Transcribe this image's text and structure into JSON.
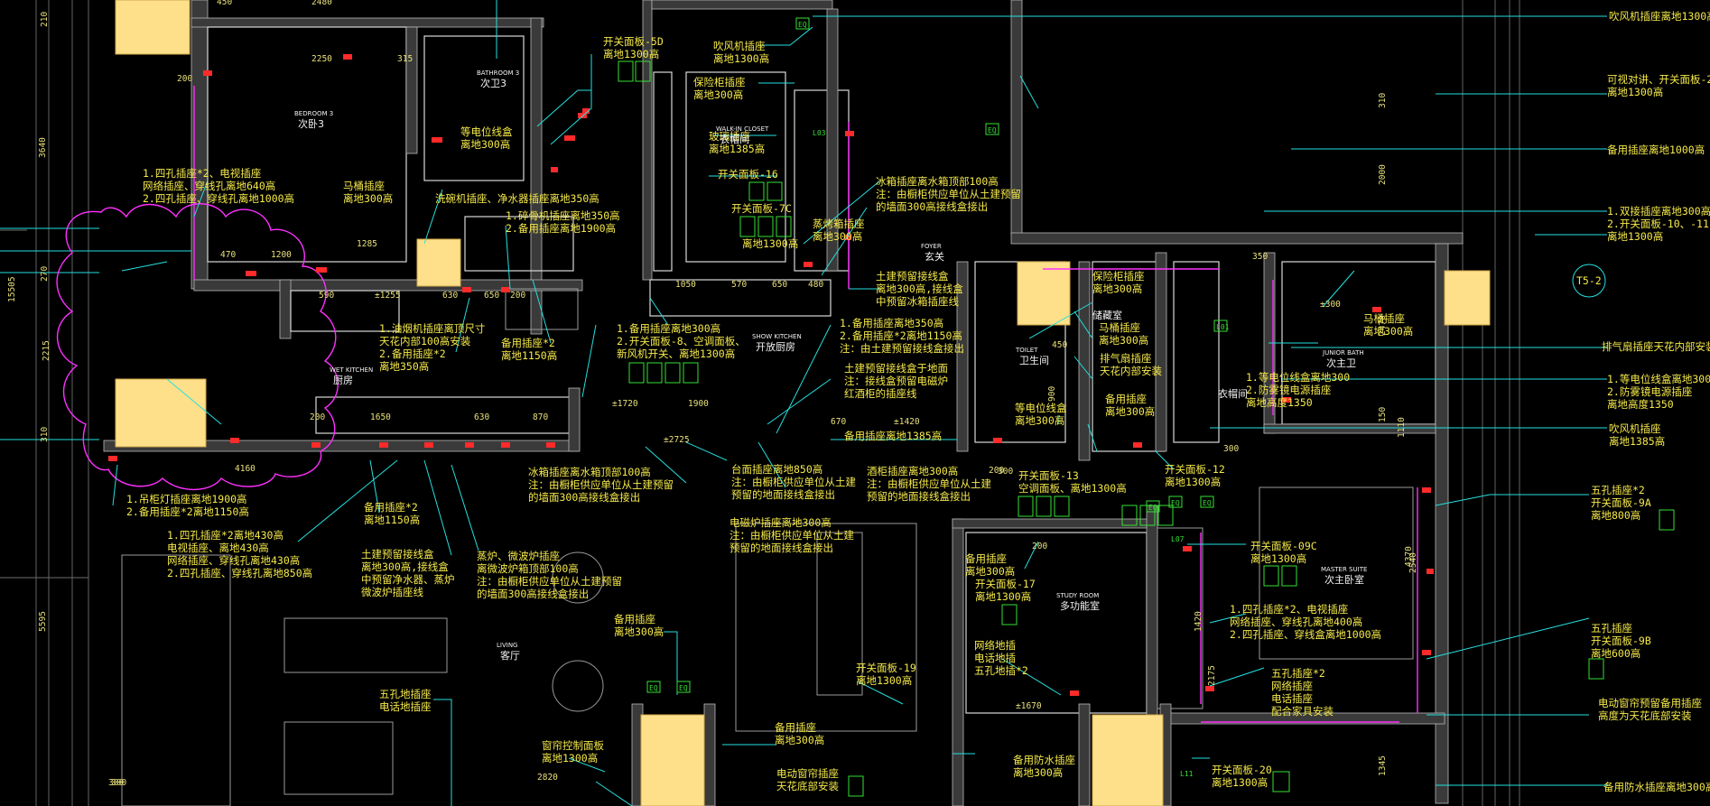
{
  "rooms": [
    {
      "en": "BATHROOM 3",
      "zh": "次卫3"
    },
    {
      "en": "BEDROOM 3",
      "zh": "次卧3"
    },
    {
      "en": "WALK-IN CLOSET",
      "zh": "衣帽间"
    },
    {
      "en": "FOYER",
      "zh": "玄关"
    },
    {
      "en": "SHOW KITCHEN",
      "zh": "开放厨房"
    },
    {
      "en": "WET KITCHEN",
      "zh": "厨房"
    },
    {
      "en": "TOILET",
      "zh": "卫生间"
    },
    {
      "en": "",
      "zh": "储藏室"
    },
    {
      "en": "JUNIOR BATH",
      "zh": "次主卫"
    },
    {
      "en": "",
      "zh": "衣帽间"
    },
    {
      "en": "STUDY ROOM",
      "zh": "多功能室"
    },
    {
      "en": "MASTER SUITE",
      "zh": "次主卧室"
    },
    {
      "en": "LIVING",
      "zh": "客厅"
    }
  ],
  "labels": [
    {
      "lines": [
        "开关面板-5D",
        "离地1300高"
      ]
    },
    {
      "lines": [
        "吹风机插座",
        "离地1300高"
      ]
    },
    {
      "lines": [
        "保险柜插座",
        "离地300高"
      ]
    },
    {
      "lines": [
        "等电位线盒",
        "离地300高"
      ]
    },
    {
      "lines": [
        "玻璃插座",
        "离地1385高"
      ]
    },
    {
      "lines": [
        "开关面板-16"
      ]
    },
    {
      "lines": [
        "1.四孔插座*2、电视插座",
        "网络插座、穿线孔离地640高",
        "2.四孔插座、穿线孔离地1000高"
      ]
    },
    {
      "lines": [
        "马桶插座",
        "离地300高"
      ]
    },
    {
      "lines": [
        "洗碗机插座、净水器插座离地350高"
      ]
    },
    {
      "lines": [
        "1.碎骨机插座离地350高",
        "2.备用插座离地1900高"
      ]
    },
    {
      "lines": [
        "开关面板-7C"
      ]
    },
    {
      "lines": [
        "离地1300高"
      ]
    },
    {
      "lines": [
        "冰箱插座离水箱顶部100高",
        "注：由橱柜供应单位从土建预留",
        "的墙面300高接线盒接出"
      ]
    },
    {
      "lines": [
        "蒸烤箱插座",
        "离地300高"
      ]
    },
    {
      "lines": [
        "土建预留接线盒",
        "离地300高,接线盒",
        "中预留冰箱插座线"
      ]
    },
    {
      "lines": [
        "1.油烟机插座离顶尺寸",
        "天花内部100高安装",
        "2.备用插座*2",
        "离地350高"
      ]
    },
    {
      "lines": [
        "备用插座*2",
        "离地1150高"
      ]
    },
    {
      "lines": [
        "1.备用插座离地300高",
        "2.开关面板-8、空调面板、",
        "新风机开关、离地1300高"
      ]
    },
    {
      "lines": [
        "1.备用插座离地350高",
        "2.备用插座*2离地1150高",
        "注：由土建预留接线盒接出"
      ]
    },
    {
      "lines": [
        "土建预留接线盒于地面",
        "注：接线盒预留电磁炉",
        "红酒柜的插座线"
      ]
    },
    {
      "lines": [
        "备用插座离地1385高"
      ]
    },
    {
      "lines": [
        "1.吊柜灯插座离地1900高",
        "2.备用插座*2离地1150高"
      ]
    },
    {
      "lines": [
        "备用插座*2",
        "离地1150高"
      ]
    },
    {
      "lines": [
        "冰箱插座离水箱顶部100高",
        "注：由橱柜供应单位从土建预留",
        "的墙面300高接线盒接出"
      ]
    },
    {
      "lines": [
        "台面插座离地850高",
        "注：由橱柜供应单位从土建",
        "预留的地面接线盒接出"
      ]
    },
    {
      "lines": [
        "酒柜插座离地300高",
        "注：由橱柜供应单位从土建",
        "预留的地面接线盒接出"
      ]
    },
    {
      "lines": [
        "电磁炉插座离地300高",
        "注：由橱柜供应单位从土建",
        "预留的地面接线盒接出"
      ]
    },
    {
      "lines": [
        "1.四孔插座*2离地430高",
        "电视插座、离地430高",
        "网络插座、穿线孔离地430高",
        "2.四孔插座、穿线孔离地850高"
      ]
    },
    {
      "lines": [
        "土建预留接线盒",
        "离地300高,接线盒",
        "中预留净水器、蒸炉",
        "微波炉插座线"
      ]
    },
    {
      "lines": [
        "蒸炉、微波炉插座",
        "离微波炉箱顶部100高",
        "注：由橱柜供应单位从土建预留",
        "的墙面300高接线盒接出"
      ]
    },
    {
      "lines": [
        "备用插座",
        "离地300高"
      ]
    },
    {
      "lines": [
        "五孔地插座",
        "电话地插座"
      ]
    },
    {
      "lines": [
        "备用插座",
        "离地300高"
      ]
    },
    {
      "lines": [
        "窗帘控制面板",
        "离地1300高"
      ]
    },
    {
      "lines": [
        "电动窗帘插座",
        "天花底部安装"
      ]
    },
    {
      "lines": [
        "开关面板-19",
        "离地1300高"
      ]
    },
    {
      "lines": [
        "保险柜插座",
        "离地300高"
      ]
    },
    {
      "lines": [
        "马桶插座",
        "离地300高"
      ]
    },
    {
      "lines": [
        "排气扇插座",
        "天花内部安装"
      ]
    },
    {
      "lines": [
        "等电位线盒",
        "离地300高"
      ]
    },
    {
      "lines": [
        "备用插座",
        "离地300高"
      ]
    },
    {
      "lines": [
        "开关面板-13",
        "空调面板、离地1300高"
      ]
    },
    {
      "lines": [
        "开关面板-12",
        "离地1300高"
      ]
    },
    {
      "lines": [
        "备用插座",
        "离地300高"
      ]
    },
    {
      "lines": [
        "开关面板-17",
        "离地1300高"
      ]
    },
    {
      "lines": [
        "网络地插",
        "电话地插",
        "五孔地插*2"
      ]
    },
    {
      "lines": [
        "备用防水插座",
        "离地300高"
      ]
    },
    {
      "lines": [
        "开关面板-20",
        "离地1300高"
      ]
    },
    {
      "lines": [
        "开关面板-09C",
        "离地1300高"
      ]
    },
    {
      "lines": [
        "1.四孔插座*2、电视插座",
        "网络插座、穿线孔离地400高",
        "2.四孔插座、穿线盒离地1000高"
      ]
    },
    {
      "lines": [
        "五孔插座*2",
        "网络插座",
        "电话插座",
        "配合家具安装"
      ]
    },
    {
      "lines": [
        "马桶插座",
        "离地300高"
      ]
    },
    {
      "lines": [
        "1.等电位线盒离地300",
        "2.防雾镜电源插座",
        "离地高度1350"
      ]
    }
  ],
  "side_labels": [
    {
      "lines": [
        "吹风机插座离地1300高"
      ]
    },
    {
      "lines": [
        "可视对讲、开关面板-2",
        "离地1300高"
      ]
    },
    {
      "lines": [
        "备用插座离地1000高"
      ]
    },
    {
      "lines": [
        "1.双接插座离地300高",
        "2.开关面板-10、-11",
        "离地1300高"
      ]
    },
    {
      "lines": [
        "排气扇插座天花内部安装"
      ]
    },
    {
      "lines": [
        "1.等电位线盒离地300",
        "2.防雾镜电源插座",
        "离地高度1350"
      ]
    },
    {
      "lines": [
        "吹风机插座",
        "离地1385高"
      ]
    },
    {
      "lines": [
        "五孔插座*2",
        "开关面板-9A",
        "离地800高"
      ]
    },
    {
      "lines": [
        "五孔插座",
        "开关面板-9B",
        "离地600高"
      ]
    },
    {
      "lines": [
        "电动窗帘预留备用插座",
        "高度为天花底部安装"
      ]
    },
    {
      "lines": [
        "备用防水插座离地300高"
      ]
    }
  ],
  "dims": [
    "450",
    "2480",
    "315",
    "2250",
    "200",
    "1200",
    "470",
    "1285",
    "590",
    "±1255",
    "630",
    "650",
    "200",
    "1050",
    "570",
    "650",
    "480",
    "±1720",
    "1900",
    "±2725",
    "670",
    "±1420",
    "1650",
    "630",
    "870",
    "4160",
    "200",
    "300",
    "200",
    "±1670",
    "2820",
    "300",
    "350",
    "±300",
    "200",
    "300",
    "1420",
    "2175",
    "1110",
    "4370",
    "2540",
    "2000",
    "2470",
    "150",
    "1345",
    "310",
    "5595",
    "15505",
    "2215",
    "3640",
    "310",
    "210",
    "270",
    "900",
    "450",
    "300"
  ],
  "grid_tag": "T5-2",
  "tags": [
    "EQ",
    "EQ",
    "EQ",
    "EQ",
    "EQ",
    "EQ",
    "EQ",
    "L01",
    "L07",
    "L11",
    "L03"
  ],
  "colors": {
    "background": "#000000",
    "text": "#f5e94a",
    "leader": "#24e0e0",
    "wall": "#d8d8d8",
    "outlet": "#ff2a2a",
    "cloud": "#ff30ff",
    "column": "#ffe08a",
    "panel": "#35e035"
  }
}
